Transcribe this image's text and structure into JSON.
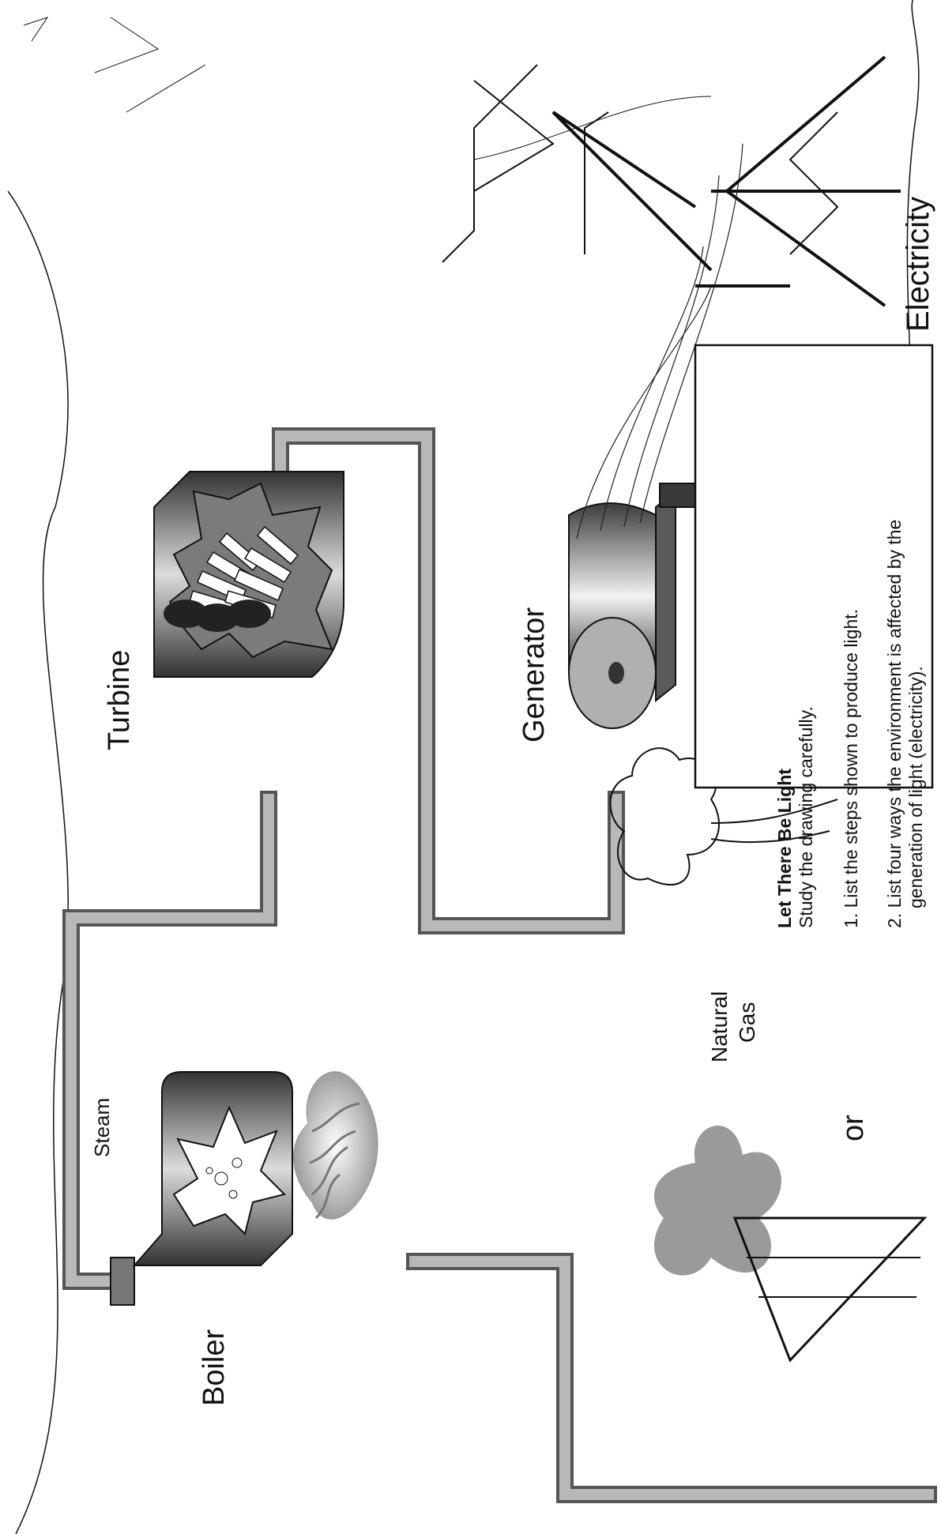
{
  "labels": {
    "boiler": "Boiler",
    "steam": "Steam",
    "turbine": "Turbine",
    "generator": "Generator",
    "electricity": "Electricity",
    "or": "or",
    "natural_gas_line1": "Natural",
    "natural_gas_line2": "Gas"
  },
  "instructions": {
    "title": "Let There Be Light",
    "subtitle": "Study the drawing carefully.",
    "item1": "1. List the steps shown to produce light.",
    "item2_line1": "2. List four ways the environment is affected by the",
    "item2_line2": "generation of light (electricity)."
  },
  "colors": {
    "pipe": "#9a9a9a",
    "pipe_dark": "#555555",
    "machine_dark": "#4a4a4a",
    "machine_light": "#d6d6d6",
    "line": "#111111"
  }
}
